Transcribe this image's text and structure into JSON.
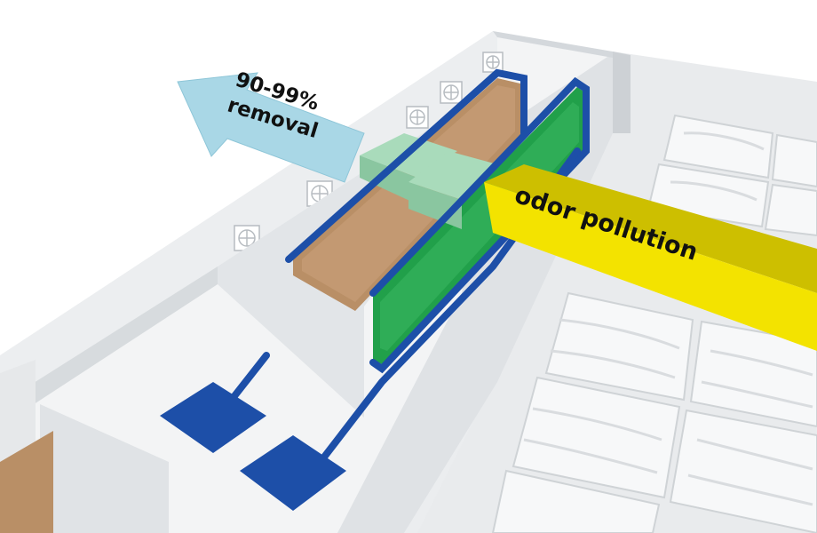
{
  "labels": {
    "removal_percent": "90-99%",
    "removal_word": "removal",
    "odor": "odor pollution"
  },
  "colors": {
    "outflow_arrow": "#a9d7e6",
    "odor_beam": "#f3e300",
    "odor_beam_side": "#cdbf00",
    "pipe": "#1d4fa8",
    "green_filter": "#21a04a",
    "brown_pad": "#b98f66",
    "scrubber_box": "#9fd3b0",
    "wall": "#e4e6e8",
    "floor": "#f4f5f6"
  },
  "icons": {
    "exhaust_fans": "fan-icon",
    "outflow": "arrow-icon"
  }
}
